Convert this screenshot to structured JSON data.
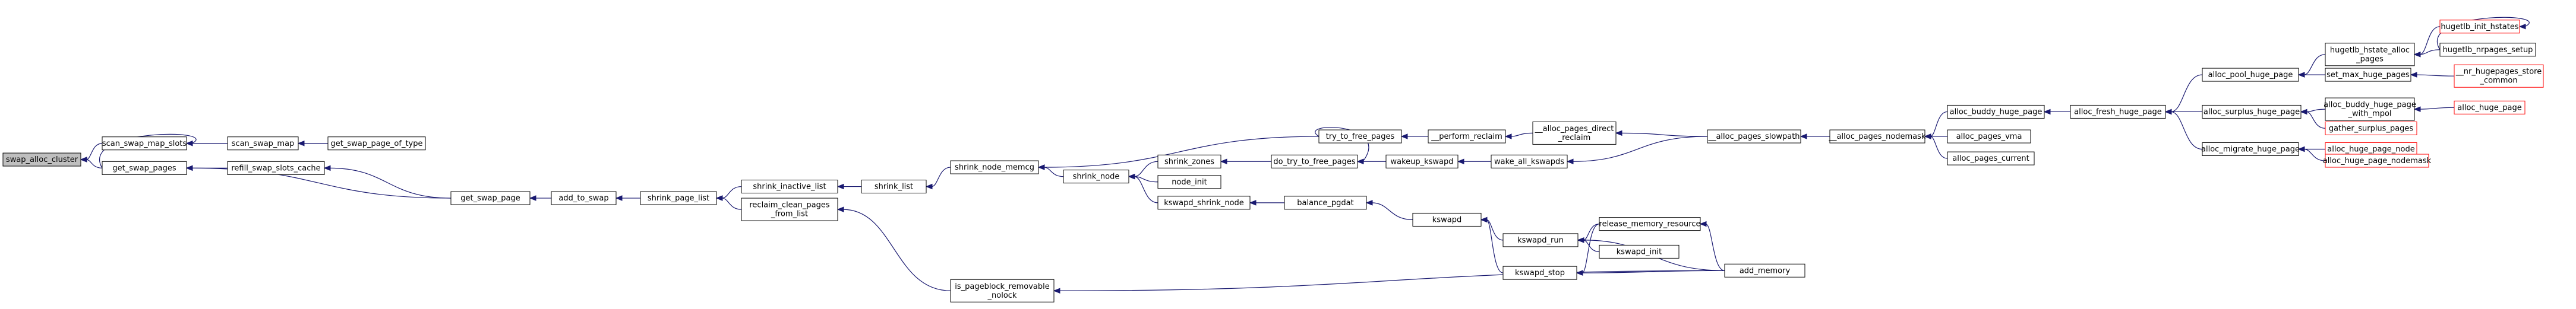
{
  "diagram": {
    "colors": {
      "root_fill": "#bfbfbf",
      "node_fill": "#ffffff",
      "node_border": "#000000",
      "truncated_border": "#ff0000",
      "edge": "#191970"
    },
    "nodes": [
      {
        "id": "n0",
        "lines": [
          "swap_alloc_cluster"
        ],
        "root": true
      },
      {
        "id": "n1",
        "lines": [
          "scan_swap_map_slots"
        ]
      },
      {
        "id": "n2",
        "lines": [
          "get_swap_pages"
        ]
      },
      {
        "id": "n3",
        "lines": [
          "scan_swap_map"
        ]
      },
      {
        "id": "n4",
        "lines": [
          "refill_swap_slots_cache"
        ]
      },
      {
        "id": "n5",
        "lines": [
          "get_swap_page_of_type"
        ]
      },
      {
        "id": "n6",
        "lines": [
          "get_swap_page"
        ]
      },
      {
        "id": "n7",
        "lines": [
          "add_to_swap"
        ]
      },
      {
        "id": "n8",
        "lines": [
          "shrink_page_list"
        ]
      },
      {
        "id": "n9",
        "lines": [
          "shrink_inactive_list"
        ]
      },
      {
        "id": "n10",
        "lines": [
          "reclaim_clean_pages",
          "_from_list"
        ]
      },
      {
        "id": "n11",
        "lines": [
          "shrink_list"
        ]
      },
      {
        "id": "n12",
        "lines": [
          "is_pageblock_removable",
          "_nolock"
        ]
      },
      {
        "id": "n13",
        "lines": [
          "shrink_node_memcg"
        ]
      },
      {
        "id": "n14",
        "lines": [
          "shrink_node"
        ]
      },
      {
        "id": "n15",
        "lines": [
          "try_to_free_pages"
        ]
      },
      {
        "id": "n16",
        "lines": [
          "shrink_zones"
        ]
      },
      {
        "id": "n17",
        "lines": [
          "node_init"
        ]
      },
      {
        "id": "n18",
        "lines": [
          "kswapd_shrink_node"
        ]
      },
      {
        "id": "n19",
        "lines": [
          "do_try_to_free_pages"
        ]
      },
      {
        "id": "n20",
        "lines": [
          "balance_pgdat"
        ]
      },
      {
        "id": "n21",
        "lines": [
          "__perform_reclaim"
        ]
      },
      {
        "id": "n22",
        "lines": [
          "wakeup_kswapd"
        ]
      },
      {
        "id": "n23",
        "lines": [
          "kswapd"
        ]
      },
      {
        "id": "n24",
        "lines": [
          "__alloc_pages_direct",
          "_reclaim"
        ]
      },
      {
        "id": "n25",
        "lines": [
          "wake_all_kswapds"
        ]
      },
      {
        "id": "n26",
        "lines": [
          "kswapd_run"
        ]
      },
      {
        "id": "n27",
        "lines": [
          "kswapd_stop"
        ]
      },
      {
        "id": "n28",
        "lines": [
          "release_memory_resource"
        ]
      },
      {
        "id": "n29",
        "lines": [
          "kswapd_init"
        ]
      },
      {
        "id": "n30",
        "lines": [
          "add_memory"
        ]
      },
      {
        "id": "n31",
        "lines": [
          "__alloc_pages_slowpath"
        ]
      },
      {
        "id": "n32",
        "lines": [
          "__alloc_pages_nodemask"
        ]
      },
      {
        "id": "n33",
        "lines": [
          "alloc_buddy_huge_page"
        ]
      },
      {
        "id": "n34",
        "lines": [
          "alloc_pages_vma"
        ]
      },
      {
        "id": "n35",
        "lines": [
          "alloc_pages_current"
        ]
      },
      {
        "id": "n36",
        "lines": [
          "alloc_fresh_huge_page"
        ]
      },
      {
        "id": "n37",
        "lines": [
          "alloc_pool_huge_page"
        ]
      },
      {
        "id": "n38",
        "lines": [
          "alloc_surplus_huge_page"
        ]
      },
      {
        "id": "n39",
        "lines": [
          "alloc_migrate_huge_page"
        ]
      },
      {
        "id": "n40",
        "lines": [
          "hugetlb_hstate_alloc",
          "_pages"
        ]
      },
      {
        "id": "n41",
        "lines": [
          "set_max_huge_pages"
        ]
      },
      {
        "id": "n42",
        "lines": [
          "alloc_buddy_huge_page",
          "_with_mpol"
        ]
      },
      {
        "id": "n43",
        "lines": [
          "gather_surplus_pages"
        ],
        "truncated": true
      },
      {
        "id": "n44",
        "lines": [
          "alloc_huge_page_node"
        ],
        "truncated": true
      },
      {
        "id": "n45",
        "lines": [
          "alloc_huge_page_nodemask"
        ],
        "truncated": true
      },
      {
        "id": "n46",
        "lines": [
          "hugetlb_init_hstates"
        ],
        "truncated": true
      },
      {
        "id": "n47",
        "lines": [
          "hugetlb_nrpages_setup"
        ]
      },
      {
        "id": "n48",
        "lines": [
          "__nr_hugepages_store",
          "_common"
        ],
        "truncated": true
      },
      {
        "id": "n49",
        "lines": [
          "alloc_huge_page"
        ],
        "truncated": true
      }
    ],
    "edges": [
      [
        "n1",
        "n0"
      ],
      [
        "n2",
        "n0"
      ],
      [
        "n3",
        "n1"
      ],
      [
        "n2",
        "n1"
      ],
      [
        "n5",
        "n3"
      ],
      [
        "n4",
        "n2"
      ],
      [
        "n6",
        "n2"
      ],
      [
        "n6",
        "n4"
      ],
      [
        "n7",
        "n6"
      ],
      [
        "n8",
        "n7"
      ],
      [
        "n9",
        "n8"
      ],
      [
        "n10",
        "n8"
      ],
      [
        "n11",
        "n9"
      ],
      [
        "n12",
        "n10"
      ],
      [
        "n13",
        "n11"
      ],
      [
        "n14",
        "n13"
      ],
      [
        "n15",
        "n13"
      ],
      [
        "n16",
        "n14"
      ],
      [
        "n17",
        "n14"
      ],
      [
        "n18",
        "n14"
      ],
      [
        "n19",
        "n16"
      ],
      [
        "n15",
        "n19"
      ],
      [
        "n22",
        "n19"
      ],
      [
        "n20",
        "n18"
      ],
      [
        "n21",
        "n15"
      ],
      [
        "n24",
        "n21"
      ],
      [
        "n25",
        "n22"
      ],
      [
        "n23",
        "n20"
      ],
      [
        "n26",
        "n23"
      ],
      [
        "n27",
        "n23"
      ],
      [
        "n31",
        "n24"
      ],
      [
        "n31",
        "n25"
      ],
      [
        "n28",
        "n26"
      ],
      [
        "n29",
        "n26"
      ],
      [
        "n30",
        "n26"
      ],
      [
        "n28",
        "n27"
      ],
      [
        "n30",
        "n27"
      ],
      [
        "n30",
        "n28"
      ],
      [
        "n30",
        "n12"
      ],
      [
        "n32",
        "n31"
      ],
      [
        "n33",
        "n32"
      ],
      [
        "n34",
        "n32"
      ],
      [
        "n35",
        "n32"
      ],
      [
        "n36",
        "n33"
      ],
      [
        "n37",
        "n36"
      ],
      [
        "n38",
        "n36"
      ],
      [
        "n39",
        "n36"
      ],
      [
        "n40",
        "n37"
      ],
      [
        "n41",
        "n37"
      ],
      [
        "n46",
        "n40"
      ],
      [
        "n47",
        "n40"
      ],
      [
        "n47",
        "n46"
      ],
      [
        "n48",
        "n41"
      ],
      [
        "n42",
        "n38"
      ],
      [
        "n43",
        "n38"
      ],
      [
        "n49",
        "n42"
      ],
      [
        "n44",
        "n39"
      ],
      [
        "n45",
        "n39"
      ]
    ]
  }
}
